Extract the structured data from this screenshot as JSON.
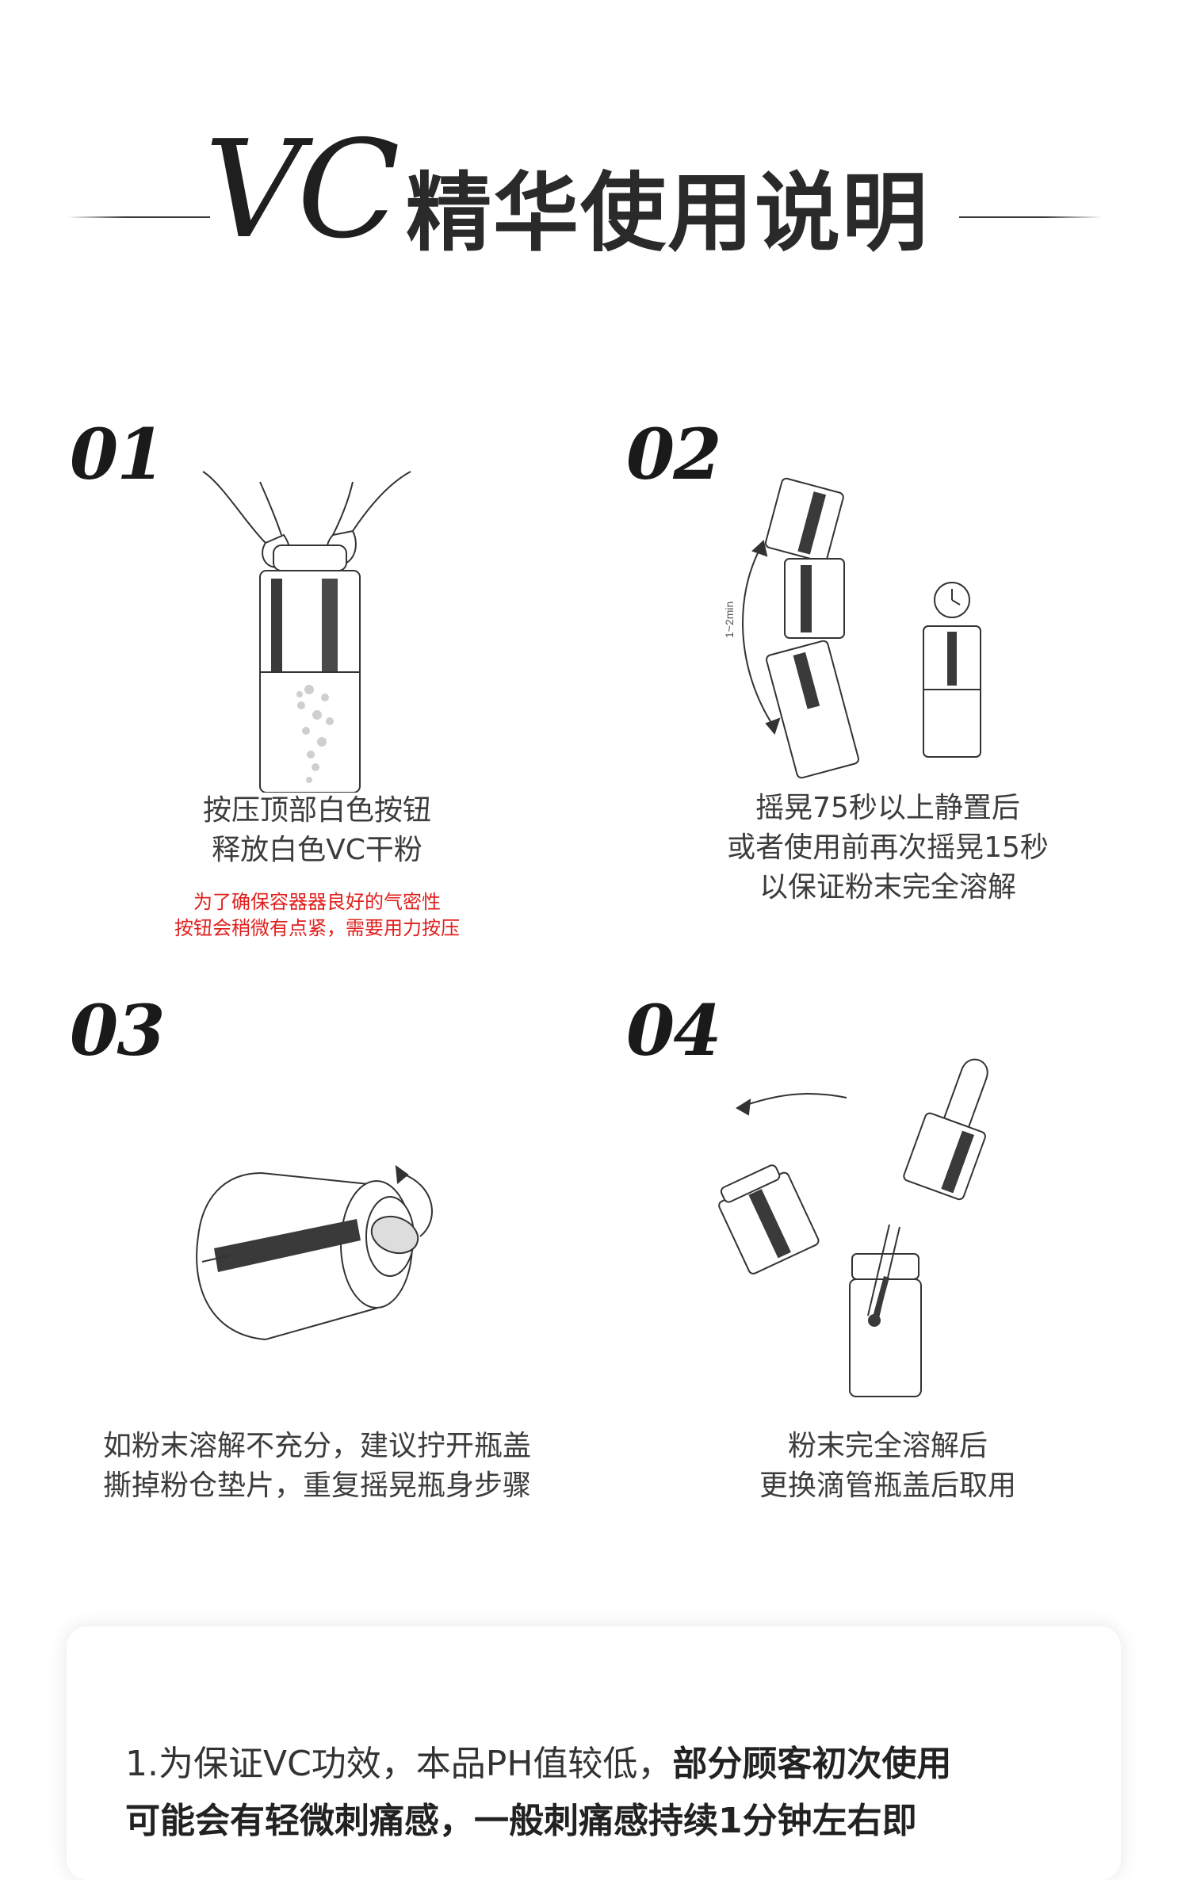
{
  "title": {
    "latin": "VC",
    "chinese": "精华使用说明"
  },
  "steps": [
    {
      "number": "01",
      "lines": [
        "按压顶部白色按钮",
        "释放白色VC干粉"
      ],
      "note": [
        "为了确保容器器良好的气密性",
        "按钮会稍微有点紧，需要用力按压"
      ]
    },
    {
      "number": "02",
      "lines": [
        "摇晃75秒以上静置后",
        "或者使用前再次摇晃15秒",
        "以保证粉末完全溶解"
      ],
      "arrow_label": "1~2min"
    },
    {
      "number": "03",
      "lines": [
        "如粉末溶解不充分，建议拧开瓶盖",
        "撕掉粉仓垫片，重复摇晃瓶身步骤"
      ]
    },
    {
      "number": "04",
      "lines": [
        "粉末完全溶解后",
        "更换滴管瓶盖后取用"
      ]
    }
  ],
  "notice": {
    "normal": "1.为保证VC功效，本品PH值较低，",
    "bold": "部分顾客初次使用",
    "next_line": "可能会有轻微刺痛感，一般刺痛感持续1分钟左右即"
  },
  "colors": {
    "accent_red": "#e0201d",
    "text": "#3c3c3c"
  },
  "icons": [
    "hand-press-icon",
    "bottle-icon",
    "shaking-bottles-icon",
    "clock-icon",
    "rotate-arrow-icon",
    "dropper-bottle-icon"
  ]
}
